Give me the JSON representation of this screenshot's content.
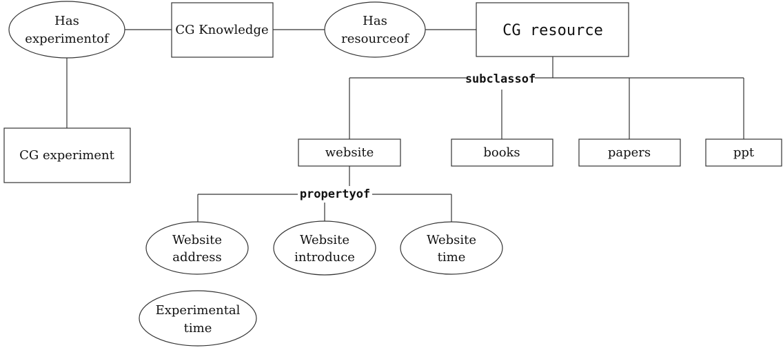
{
  "nodes": {
    "has_experimentof": {
      "line1": "Has",
      "line2": "experimentof"
    },
    "cg_knowledge": "CG Knowledge",
    "has_resourceof": {
      "line1": "Has",
      "line2": "resourceof"
    },
    "cg_resource": "CG resource",
    "cg_experiment": "CG experiment",
    "website": "website",
    "books": "books",
    "papers": "papers",
    "ppt": "ppt",
    "website_address": {
      "line1": "Website",
      "line2": "address"
    },
    "website_introduce": {
      "line1": "Website",
      "line2": "introduce"
    },
    "website_time": {
      "line1": "Website",
      "line2": "time"
    },
    "experimental_time": {
      "line1": "Experimental",
      "line2": "time"
    }
  },
  "connectors": {
    "subclassof": "subclassof",
    "propertyof": "propertyof"
  }
}
